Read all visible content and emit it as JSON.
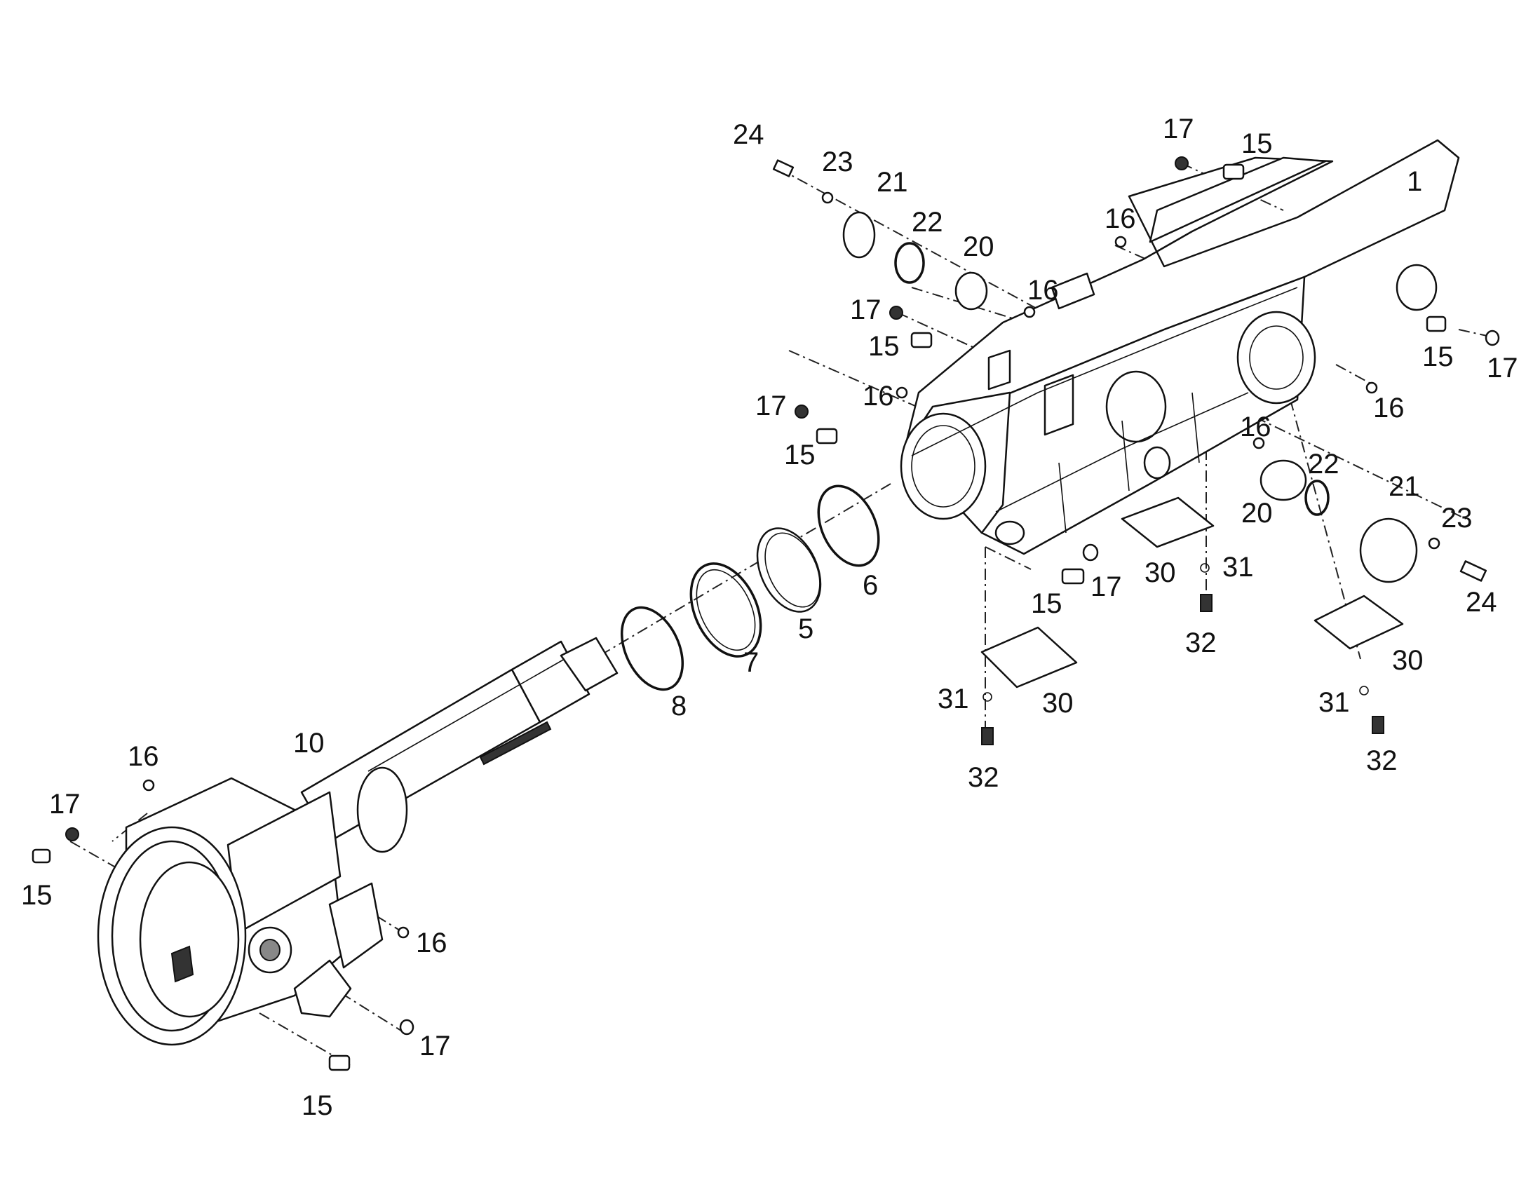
{
  "callouts": [
    {
      "id": "c24a",
      "text": "24"
    },
    {
      "id": "c23a",
      "text": "23"
    },
    {
      "id": "c21a",
      "text": "21"
    },
    {
      "id": "c22a",
      "text": "22"
    },
    {
      "id": "c20a",
      "text": "20"
    },
    {
      "id": "c17a",
      "text": "17"
    },
    {
      "id": "c15a",
      "text": "15"
    },
    {
      "id": "c1",
      "text": "1"
    },
    {
      "id": "c16a",
      "text": "16"
    },
    {
      "id": "c16b",
      "text": "16"
    },
    {
      "id": "c17b",
      "text": "17"
    },
    {
      "id": "c15b",
      "text": "15"
    },
    {
      "id": "c15c",
      "text": "15"
    },
    {
      "id": "c17c",
      "text": "17"
    },
    {
      "id": "c16c",
      "text": "16"
    },
    {
      "id": "c17d",
      "text": "17"
    },
    {
      "id": "c16d",
      "text": "16"
    },
    {
      "id": "c15d",
      "text": "15"
    },
    {
      "id": "c16e",
      "text": "16"
    },
    {
      "id": "c22b",
      "text": "22"
    },
    {
      "id": "c21b",
      "text": "21"
    },
    {
      "id": "c20b",
      "text": "20"
    },
    {
      "id": "c23b",
      "text": "23"
    },
    {
      "id": "c24b",
      "text": "24"
    },
    {
      "id": "c6",
      "text": "6"
    },
    {
      "id": "c5",
      "text": "5"
    },
    {
      "id": "c7",
      "text": "7"
    },
    {
      "id": "c8",
      "text": "8"
    },
    {
      "id": "c30a",
      "text": "30"
    },
    {
      "id": "c31a",
      "text": "31"
    },
    {
      "id": "c32a",
      "text": "32"
    },
    {
      "id": "c17e",
      "text": "17"
    },
    {
      "id": "c15e",
      "text": "15"
    },
    {
      "id": "c30b",
      "text": "30"
    },
    {
      "id": "c31b",
      "text": "31"
    },
    {
      "id": "c32b",
      "text": "32"
    },
    {
      "id": "c30c",
      "text": "30"
    },
    {
      "id": "c31c",
      "text": "31"
    },
    {
      "id": "c32c",
      "text": "32"
    },
    {
      "id": "c10",
      "text": "10"
    },
    {
      "id": "c16f",
      "text": "16"
    },
    {
      "id": "c17f",
      "text": "17"
    },
    {
      "id": "c15f",
      "text": "15"
    },
    {
      "id": "c16g",
      "text": "16"
    },
    {
      "id": "c17g",
      "text": "17"
    },
    {
      "id": "c15g",
      "text": "15"
    }
  ]
}
